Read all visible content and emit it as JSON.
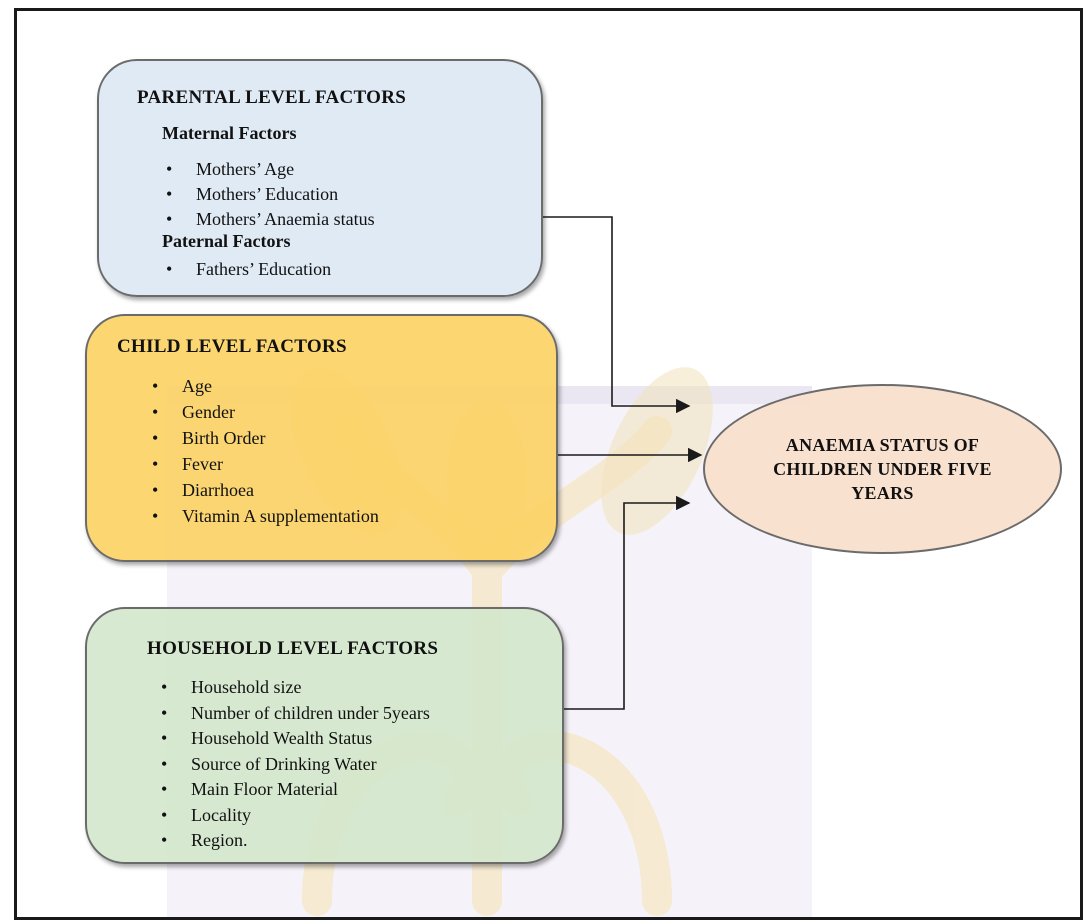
{
  "parental": {
    "title": "PARENTAL LEVEL FACTORS",
    "maternal_heading": "Maternal Factors",
    "maternal_items": [
      "Mothers’ Age",
      "Mothers’  Education",
      "Mothers’ Anaemia status"
    ],
    "paternal_heading": "Paternal Factors",
    "paternal_items": [
      "Fathers’ Education"
    ]
  },
  "child": {
    "title": "CHILD LEVEL FACTORS",
    "items": [
      "Age",
      "Gender",
      "Birth Order",
      "Fever",
      "Diarrhoea",
      "Vitamin A supplementation"
    ]
  },
  "household": {
    "title": "HOUSEHOLD LEVEL FACTORS",
    "items": [
      "Household size",
      "Number of children under 5years",
      "Household Wealth Status",
      "Source of Drinking Water",
      "Main Floor Material",
      "Locality",
      "Region."
    ]
  },
  "outcome": {
    "text": "ANAEMIA STATUS OF CHILDREN UNDER FIVE YEARS"
  },
  "colors": {
    "parental_fill": "#dce8f4",
    "child_fill": "#fcd162",
    "household_fill": "#d1e6ca",
    "outcome_fill": "#f9dfce",
    "border": "#6b6b6b",
    "arrow": "#1a1a1a"
  }
}
